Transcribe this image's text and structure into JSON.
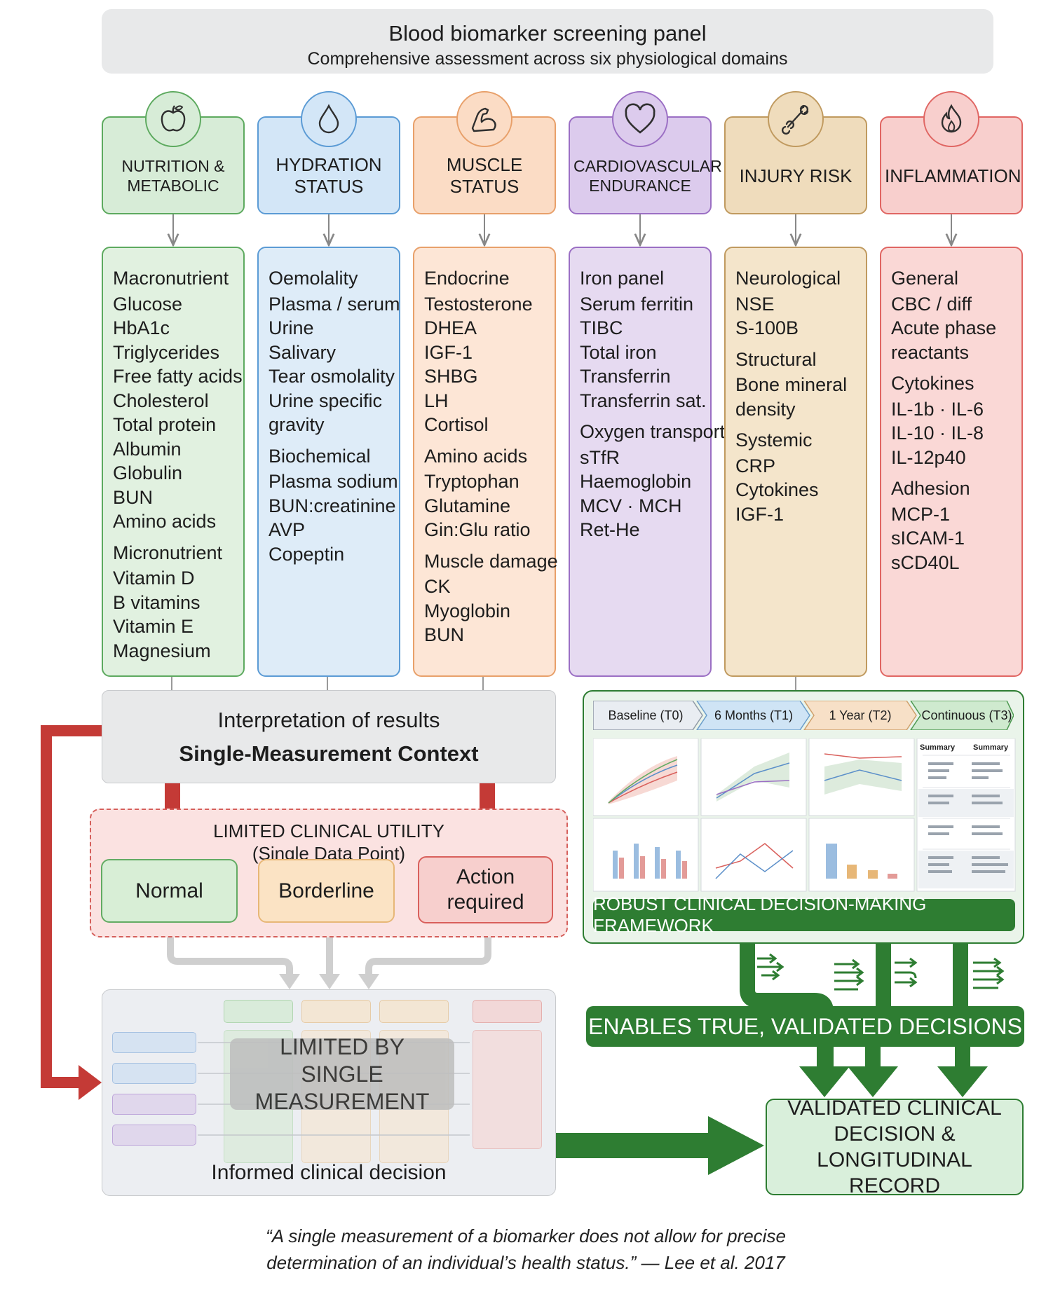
{
  "header": {
    "title": "Blood biomarker screening panel",
    "subtitle": "Comprehensive assessment across six physiological domains"
  },
  "categories": [
    {
      "title": "NUTRITION & METABOLIC",
      "icon": "apple-icon",
      "color": "#5daa5f",
      "fill": "#d7ecd7",
      "colfill": "#e1f1e0",
      "groups": [
        {
          "label": "Macronutrient",
          "items": [
            "Glucose",
            "HbA1c",
            "Triglycerides",
            "Free fatty acids",
            "Cholesterol",
            "Total protein",
            "Albumin",
            "Globulin",
            "BUN",
            "Amino acids"
          ]
        },
        {
          "label": "Micronutrient",
          "items": [
            "Vitamin D",
            "B vitamins",
            "Vitamin E",
            "Magnesium"
          ]
        }
      ]
    },
    {
      "title": "HYDRATION STATUS",
      "icon": "water-drop-icon",
      "color": "#5b9bd5",
      "fill": "#d3e6f7",
      "colfill": "#deecf8",
      "groups": [
        {
          "label": "Oemolality",
          "items": [
            "Plasma / serum",
            "Urine",
            "Salivary",
            "Tear osmolality",
            "Urine specific",
            "gravity"
          ]
        },
        {
          "label": "Biochemical",
          "items": [
            "Plasma sodium",
            "BUN:creatinine",
            "AVP",
            "Copeptin"
          ]
        }
      ]
    },
    {
      "title": "MUSCLE STATUS",
      "icon": "flexed-arm-icon",
      "color": "#e8a06a",
      "fill": "#fbdcc5",
      "colfill": "#fde6d6",
      "groups": [
        {
          "label": "Endocrine",
          "items": [
            "Testosterone",
            "DHEA",
            "IGF-1",
            "SHBG",
            "LH",
            "Cortisol"
          ]
        },
        {
          "label": "Amino acids",
          "items": [
            "Tryptophan",
            "Glutamine",
            "Gin:Glu ratio"
          ]
        },
        {
          "label": "Muscle damage",
          "items": [
            "CK",
            "Myoglobin",
            "BUN"
          ]
        }
      ]
    },
    {
      "title": "CARDIOVASCULAR ENDURANCE",
      "icon": "heart-icon",
      "color": "#9b6fc4",
      "fill": "#dccbed",
      "colfill": "#e6daf1",
      "groups": [
        {
          "label": "Iron panel",
          "items": [
            "Serum ferritin",
            "TIBC",
            "Total iron",
            "Transferrin",
            "Transferrin sat."
          ]
        },
        {
          "label": "Oxygen transport",
          "items": [
            "sTfR",
            "Haemoglobin",
            "MCV · MCH",
            "Ret-He"
          ]
        }
      ]
    },
    {
      "title": "INJURY RISK",
      "icon": "bone-icon",
      "color": "#c09a5f",
      "fill": "#efdcbc",
      "colfill": "#f4e5cb",
      "groups": [
        {
          "label": "Neurological",
          "items": [
            "NSE",
            "S-100B"
          ]
        },
        {
          "label": "Structural",
          "items": [
            "Bone mineral",
            "density"
          ]
        },
        {
          "label": "Systemic",
          "items": [
            "CRP",
            "Cytokines",
            "IGF-1"
          ]
        }
      ]
    },
    {
      "title": "INFLAMMATION",
      "icon": "flame-icon",
      "color": "#e06663",
      "fill": "#f8cfcd",
      "colfill": "#fad8d6",
      "groups": [
        {
          "label": "General",
          "items": [
            "CBC / diff",
            "Acute phase",
            "reactants"
          ]
        },
        {
          "label": "Cytokines",
          "items": [
            "IL-1b · IL-6",
            "IL-10 · IL-8",
            "IL-12p40"
          ]
        },
        {
          "label": "Adhesion",
          "items": [
            "MCP-1",
            "sICAM-1",
            "sCD40L"
          ]
        }
      ]
    }
  ],
  "interpretation": {
    "line1": "Interpretation of results",
    "line2": "Single-Measurement Context"
  },
  "limited": {
    "line1": "LIMITED CLINICAL UTILITY",
    "line2": "(Single Data Point)",
    "normal": "Normal",
    "borderline": "Borderline",
    "action": "Action required"
  },
  "informed": {
    "overlay": "LIMITED BY SINGLE MEASUREMENT",
    "caption": "Informed clinical decision"
  },
  "framework": {
    "tabs": [
      "Baseline (T0)",
      "6 Months (T1)",
      "1 Year (T2)",
      "Continuous (T3)"
    ],
    "summary_headers": [
      "Summary",
      "Summary"
    ],
    "bar": "ROBUST CLINICAL DECISION-MAKING FRAMEWORK"
  },
  "enables": "ENABLES TRUE, VALIDATED DECISIONS",
  "validated": "VALIDATED CLINICAL DECISION & LONGITUDINAL RECORD",
  "quote": {
    "line1": "“A single measurement of a biomarker does not allow for precise",
    "line2": "determination of an individual’s health status.” — Lee et al. 2017"
  },
  "colors": {
    "red": "#c43a36",
    "green": "#2e7d32",
    "gray": "#c9c9c9"
  }
}
